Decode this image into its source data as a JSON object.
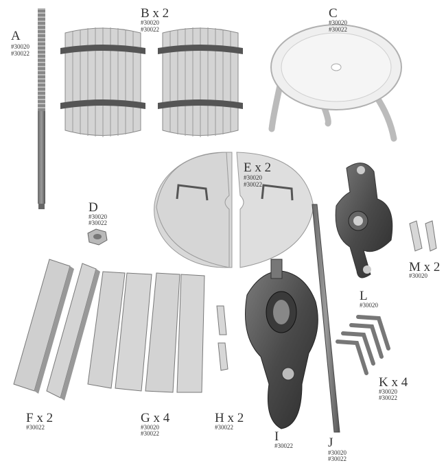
{
  "parts": {
    "A": {
      "label": "A",
      "codes": [
        "#30020",
        "#30022"
      ]
    },
    "B": {
      "label": "B x 2",
      "codes": [
        "#30020",
        "#30022"
      ]
    },
    "C": {
      "label": "C",
      "codes": [
        "#30020",
        "#30022"
      ]
    },
    "D": {
      "label": "D",
      "codes": [
        "#30020",
        "#30022"
      ]
    },
    "E": {
      "label": "E x 2",
      "codes": [
        "#30020",
        "#30022"
      ]
    },
    "F": {
      "label": "F x 2",
      "codes": [
        "#30022"
      ]
    },
    "G": {
      "label": "G x 4",
      "codes": [
        "#30020",
        "#30022"
      ]
    },
    "H": {
      "label": "H x 2",
      "codes": [
        "#30022"
      ]
    },
    "I": {
      "label": "I",
      "codes": [
        "#30022"
      ]
    },
    "J": {
      "label": "J",
      "codes": [
        "#30020",
        "#30022"
      ]
    },
    "K": {
      "label": "K x 4",
      "codes": [
        "#30020",
        "#30022"
      ]
    },
    "L": {
      "label": "L",
      "codes": [
        "#30020"
      ]
    },
    "M": {
      "label": "M x 2",
      "codes": [
        "#30020"
      ]
    }
  }
}
